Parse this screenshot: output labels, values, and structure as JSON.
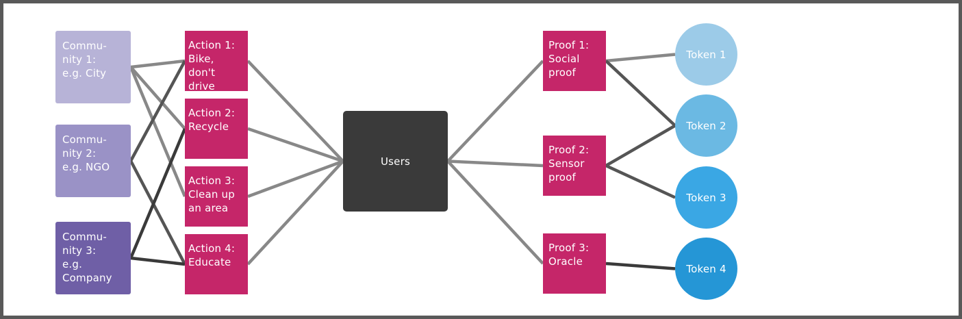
{
  "colors": {
    "frame_border": "#595959",
    "community_1": "#b7b3d7",
    "community_2": "#9a92c6",
    "community_3": "#6f5fa6",
    "action": "#c52669",
    "proof": "#c52669",
    "users": "#3a3a3a",
    "token_1": "#9ccbe8",
    "token_2": "#6bb9e3",
    "token_3": "#3aa7e4",
    "token_4": "#2596d6",
    "edge_light": "#888888",
    "edge_medium": "#555555",
    "edge_dark": "#3a3a3a"
  },
  "communities": [
    {
      "label": "Commu-\nnity 1:\ne.g. City"
    },
    {
      "label": "Commu-\nnity 2:\ne.g. NGO"
    },
    {
      "label": "Commu-\nnity 3:\ne.g.\nCompany"
    }
  ],
  "actions": [
    {
      "label": "Action 1:\nBike, don't\ndrive"
    },
    {
      "label": "Action 2:\nRecycle"
    },
    {
      "label": "Action 3:\nClean up\nan area"
    },
    {
      "label": "Action 4:\nEducate"
    }
  ],
  "users": {
    "label": "Users"
  },
  "proofs": [
    {
      "label": "Proof 1:\nSocial\nproof"
    },
    {
      "label": "Proof 2:\nSensor\nproof"
    },
    {
      "label": "Proof 3:\nOracle"
    }
  ],
  "tokens": [
    {
      "label": "Token 1"
    },
    {
      "label": "Token 2"
    },
    {
      "label": "Token 3"
    },
    {
      "label": "Token 4"
    }
  ],
  "edges": [
    {
      "from": "community-1",
      "to": "action-1",
      "tone": "edge_light"
    },
    {
      "from": "community-1",
      "to": "action-2",
      "tone": "edge_light"
    },
    {
      "from": "community-1",
      "to": "action-3",
      "tone": "edge_light"
    },
    {
      "from": "community-2",
      "to": "action-1",
      "tone": "edge_medium"
    },
    {
      "from": "community-2",
      "to": "action-4",
      "tone": "edge_medium"
    },
    {
      "from": "community-3",
      "to": "action-2",
      "tone": "edge_dark"
    },
    {
      "from": "community-3",
      "to": "action-4",
      "tone": "edge_dark"
    },
    {
      "from": "action-1",
      "to": "users",
      "tone": "edge_light"
    },
    {
      "from": "action-2",
      "to": "users",
      "tone": "edge_light"
    },
    {
      "from": "action-3",
      "to": "users",
      "tone": "edge_light"
    },
    {
      "from": "action-4",
      "to": "users",
      "tone": "edge_light"
    },
    {
      "from": "users",
      "to": "proof-1",
      "tone": "edge_light"
    },
    {
      "from": "users",
      "to": "proof-2",
      "tone": "edge_light"
    },
    {
      "from": "users",
      "to": "proof-3",
      "tone": "edge_light"
    },
    {
      "from": "proof-1",
      "to": "token-1",
      "tone": "edge_light"
    },
    {
      "from": "proof-1",
      "to": "token-2",
      "tone": "edge_medium"
    },
    {
      "from": "proof-2",
      "to": "token-2",
      "tone": "edge_medium"
    },
    {
      "from": "proof-2",
      "to": "token-3",
      "tone": "edge_medium"
    },
    {
      "from": "proof-3",
      "to": "token-4",
      "tone": "edge_dark"
    }
  ]
}
